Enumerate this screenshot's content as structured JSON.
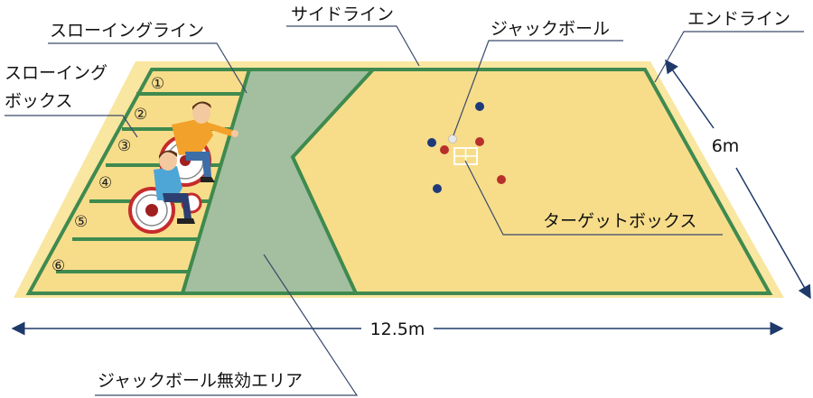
{
  "labels": {
    "side_line": "サイドライン",
    "throwing_line": "スローイングライン",
    "throwing_box_line1": "スローイング",
    "throwing_box_line2": "ボックス",
    "jack_ball": "ジャックボール",
    "end_line": "エンドライン",
    "target_box": "ターゲットボックス",
    "jack_dead_area": "ジャックボール無効エリア",
    "length": "12.5m",
    "width": "6m"
  },
  "boxes": [
    "①",
    "②",
    "③",
    "④",
    "⑤",
    "⑥"
  ],
  "colors": {
    "outer_court": "#f9e6a0",
    "inner_court": "#f7dd8a",
    "line_green": "#3f8a4f",
    "dead_area": "#a3bfa0",
    "blue_ball": "#1f3a7a",
    "red_ball": "#b8302a",
    "white_ball": "#e8e8e8",
    "dimension_arrow": "#1f3a6a"
  }
}
